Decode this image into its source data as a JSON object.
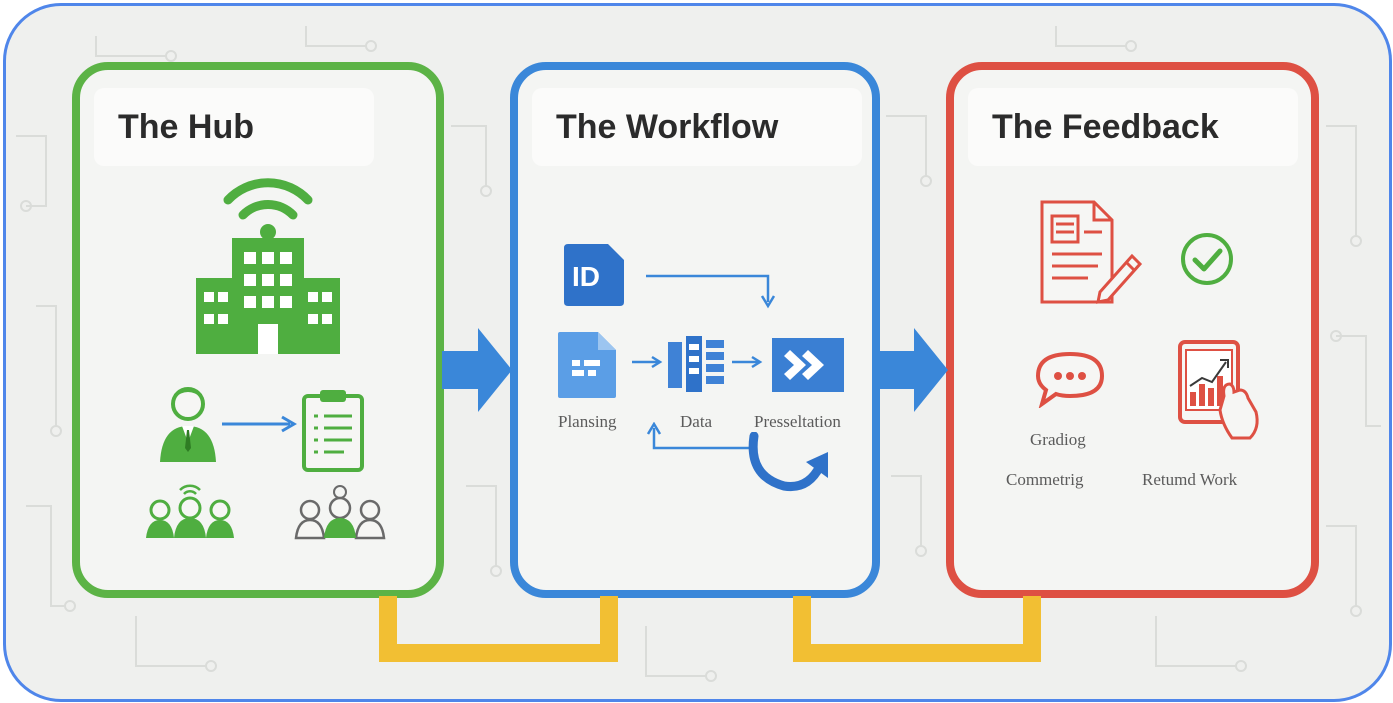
{
  "hub": {
    "title": "The Hub"
  },
  "workflow": {
    "title": "The Workflow",
    "id_badge": "ID",
    "labels": [
      "Plansing",
      "Data",
      "Presseltation"
    ]
  },
  "feedback": {
    "title": "The Feedback",
    "labels": [
      "Gradiog",
      "Commetrig",
      "Retumd Work"
    ]
  },
  "colors": {
    "hub_green": "#5cb346",
    "workflow_blue": "#3a87d9",
    "feedback_red": "#de5043",
    "connector_yellow": "#f2bf33",
    "frame_blue": "#4f86ea"
  },
  "icons": [
    "wifi-icon",
    "school-building-icon",
    "teacher-icon",
    "clipboard-icon",
    "student-group-icon",
    "id-document-icon",
    "planning-doc-icon",
    "data-table-icon",
    "presentation-icon",
    "cycle-arrow-icon",
    "graded-document-icon",
    "checkmark-circle-icon",
    "comment-bubble-icon",
    "tablet-chart-icon"
  ]
}
